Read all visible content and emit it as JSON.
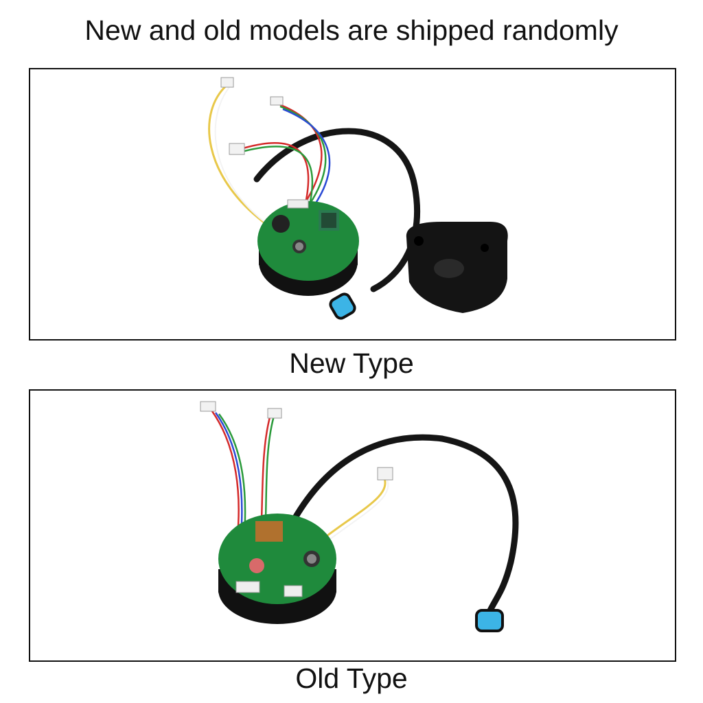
{
  "header": {
    "title": "New and old models are shipped randomly"
  },
  "panels": [
    {
      "caption": "New Type"
    },
    {
      "caption": "Old Type"
    }
  ],
  "colors": {
    "pcb": "#1f8a3c",
    "cable": "#111111",
    "connector": "#3cb4e6",
    "wire_yellow": "#e8c84a",
    "wire_red": "#d42a2a",
    "wire_green": "#2a9a3a",
    "wire_blue": "#2a4ad4"
  }
}
